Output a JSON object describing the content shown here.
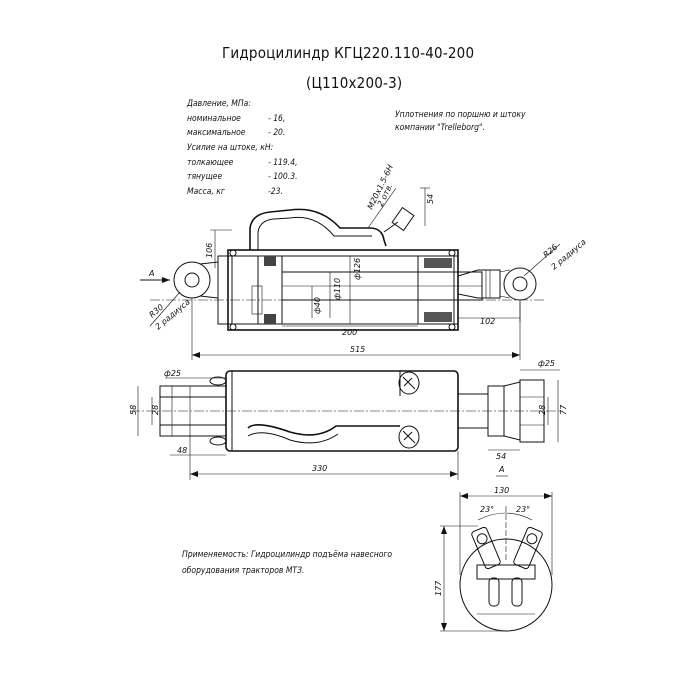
{
  "title": {
    "line1": "Гидроцилиндр КГЦ220.110-40-200",
    "line2": "(Ц110х200-3)"
  },
  "specs": {
    "pressure_header": "Давление, МПа:",
    "nominal_label": "номинальное",
    "nominal_value": "- 16,",
    "max_label": "максимальное",
    "max_value": "- 20.",
    "force_header": "Усилие на штоке, кН:",
    "push_label": "толкающее",
    "push_value": "- 119.4,",
    "pull_label": "тянущее",
    "pull_value": "- 100.3.",
    "mass_label": "Масса, кг",
    "mass_value": "-23."
  },
  "seals_note": {
    "line1": "Уплотнения по поршню и штоку",
    "line2": "компании \"Trelleborg\"."
  },
  "application_note": {
    "line1": "Применяемость: Гидроцилиндр подъёма навесного",
    "line2": "оборудования тракторов МТЗ."
  },
  "dimensions": {
    "d106": "106",
    "d54_top": "54",
    "thread": "М20х1.5-6Н",
    "thread_count": "2 отв.",
    "d126": "ф126",
    "d110": "ф110",
    "d40": "ф40",
    "d200": "200",
    "d102": "102",
    "d515": "515",
    "r26": "R26",
    "r26_note": "2 радиуса",
    "r30": "R30",
    "r30_note": "2 радиуса",
    "view_a_arrow": "А",
    "d25_left": "ф25",
    "d25_right": "ф25",
    "d58": "58",
    "d28_left": "28",
    "d28_right": "28",
    "d77": "77",
    "d48": "48",
    "d54_bottom": "54",
    "d330": "330",
    "view_a_label": "А",
    "d130": "130",
    "a23_left": "23°",
    "a23_right": "23°",
    "d177": "177"
  }
}
